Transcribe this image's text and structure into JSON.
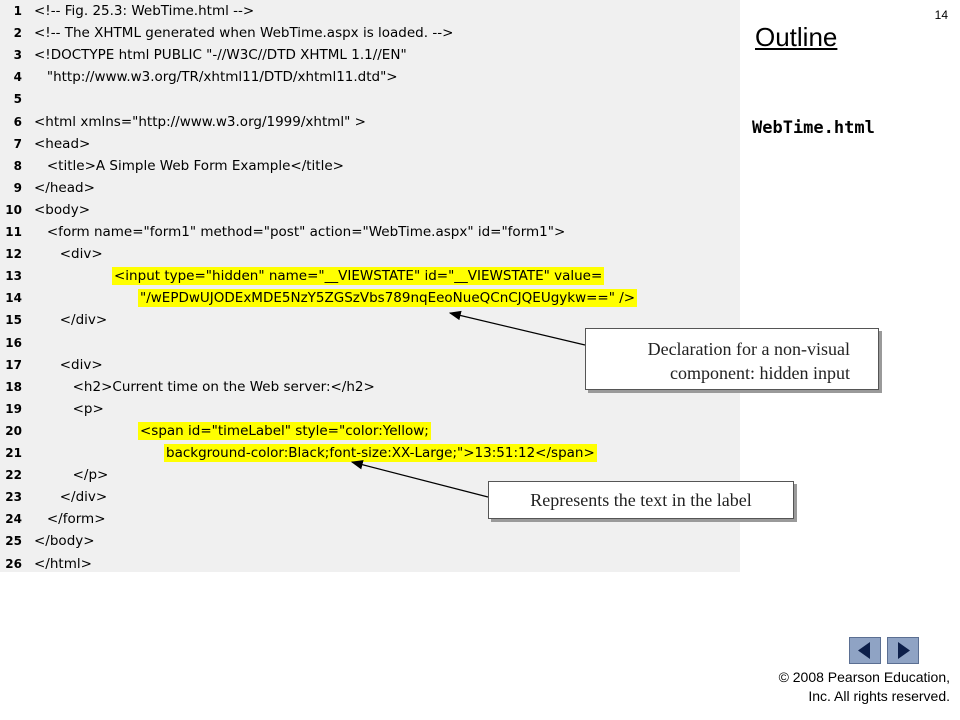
{
  "slide_number": "14",
  "outline_title": "Outline",
  "file_name": "WebTime.html",
  "code_lines": [
    {
      "n": "1",
      "text": "<!-- Fig. 25.3: WebTime.html -->"
    },
    {
      "n": "2",
      "text": "<!-- The XHTML generated when WebTime.aspx is loaded. -->"
    },
    {
      "n": "3",
      "text": "<!DOCTYPE html PUBLIC \"-//W3C//DTD XHTML 1.1//EN\""
    },
    {
      "n": "4",
      "text": "   \"http://www.w3.org/TR/xhtml11/DTD/xhtml11.dtd\">"
    },
    {
      "n": "5",
      "text": ""
    },
    {
      "n": "6",
      "text": "<html xmlns=\"http://www.w3.org/1999/xhtml\" >"
    },
    {
      "n": "7",
      "text": "<head>"
    },
    {
      "n": "8",
      "text": "   <title>A Simple Web Form Example</title>"
    },
    {
      "n": "9",
      "text": "</head>"
    },
    {
      "n": "10",
      "text": "<body>"
    },
    {
      "n": "11",
      "text": "   <form name=\"form1\" method=\"post\" action=\"WebTime.aspx\" id=\"form1\">"
    },
    {
      "n": "12",
      "text": "      <div>"
    },
    {
      "n": "13",
      "text": "<input type=\"hidden\" name=\"__VIEWSTATE\" id=\"__VIEWSTATE\" value=",
      "hl": true
    },
    {
      "n": "14",
      "text": "\"/wEPDwUJODExMDE5NzY5ZGSzVbs789nqEeoNueQCnCJQEUgykw==\" />",
      "hl": true
    },
    {
      "n": "15",
      "text": "      </div>"
    },
    {
      "n": "16",
      "text": ""
    },
    {
      "n": "17",
      "text": "      <div>"
    },
    {
      "n": "18",
      "text": "         <h2>Current time on the Web server:</h2>"
    },
    {
      "n": "19",
      "text": "         <p>"
    },
    {
      "n": "20",
      "text": "<span id=\"timeLabel\" style=\"color:Yellow;",
      "hl": true
    },
    {
      "n": "21",
      "text": "background-color:Black;font-size:XX-Large;\">13:51:12</span>",
      "hl": true
    },
    {
      "n": "22",
      "text": "         </p>"
    },
    {
      "n": "23",
      "text": "      </div>"
    },
    {
      "n": "24",
      "text": "   </form>"
    },
    {
      "n": "25",
      "text": "</body>"
    },
    {
      "n": "26",
      "text": "</html>"
    }
  ],
  "callouts": {
    "hidden_input": "Declaration for a non-visual component: hidden input",
    "label_text": "Represents the text in the label"
  },
  "copyright": {
    "line1": "© 2008 Pearson Education,",
    "line2": "Inc.  All rights reserved."
  },
  "nav": {
    "prev_icon": "left-arrow-icon",
    "next_icon": "right-arrow-icon"
  }
}
